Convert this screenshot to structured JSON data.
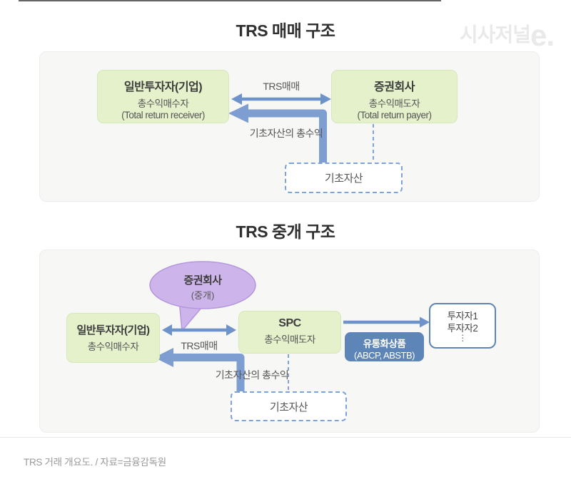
{
  "page": {
    "watermark_text": "시사저널",
    "watermark_e": "e.",
    "caption": "TRS 거래 개요도. / 자료=금융감독원"
  },
  "diagram1": {
    "title": "TRS 매매 구조",
    "investor_box": {
      "title": "일반투자자(기업)",
      "line2": "총수익매수자",
      "line3": "(Total return receiver)"
    },
    "securities_box": {
      "title": "증권회사",
      "line2": "총수익매도자",
      "line3": "(Total return payer)"
    },
    "trade_arrow_label": "TRS매매",
    "return_arrow_label": "기초자산의 총수익",
    "underlying_box_label": "기초자산"
  },
  "diagram2": {
    "title": "TRS 중개 구조",
    "bubble": {
      "title": "증권회사",
      "subtitle": "(중개)"
    },
    "investor_box": {
      "title": "일반투자자(기업)",
      "line2": "총수익매수자"
    },
    "spc_box": {
      "title": "SPC",
      "line2": "총수익매도자"
    },
    "trade_arrow_label": "TRS매매",
    "return_arrow_label": "기초자산의 총수익",
    "underlying_box_label": "기초자산",
    "product_badge": {
      "line1": "유통화상품",
      "line2": "(ABCP, ABSTB)"
    },
    "investors_box": {
      "line1": "투자자1",
      "line2": "투자자2",
      "dots": "⋮"
    }
  },
  "colors": {
    "panel_bg": "#f7f7f5",
    "box_green_bg": "#e5f1cb",
    "box_green_border": "#d6e7b8",
    "arrow_blue": "#6d93ca",
    "thick_arrow_blue": "#7e9ed2",
    "dashed_blue": "#7da3d8",
    "badge_blue": "#5d85b8",
    "bubble_purple_bg": "#cdb5eb",
    "bubble_purple_border": "#b497dd"
  }
}
